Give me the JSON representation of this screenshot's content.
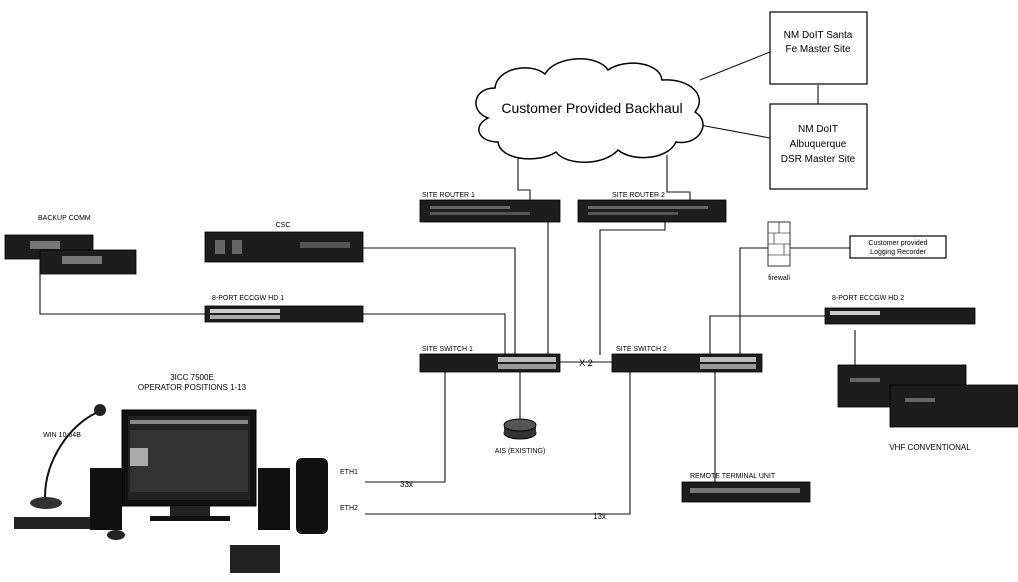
{
  "cloud": {
    "label": "Customer Provided Backhaul"
  },
  "master_sites": {
    "santa_fe": [
      "NM DoIT Santa",
      "Fe Master Site"
    ],
    "albuquerque": [
      "NM DoIT",
      "Albuquerque",
      "DSR Master Site"
    ]
  },
  "routers": {
    "r1": "SITE ROUTER 1",
    "r2": "SITE ROUTER 2"
  },
  "switches": {
    "s1": "SITE SWITCH 1",
    "s2": "SITE SWITCH 2",
    "link": "X 2"
  },
  "backup": {
    "title": "BACKUP COMM"
  },
  "csc": {
    "title": "CSC"
  },
  "eccgw1": {
    "title": "8-PORT ECCGW HD 1"
  },
  "eccgw2": {
    "title": "8-PORT ECCGW HD 2"
  },
  "firewall": {
    "title": "firewall"
  },
  "logging": {
    "lines": [
      "Customer provided",
      "Logging Recorder"
    ]
  },
  "ais": {
    "label": "AIS (EXISTING)"
  },
  "console": {
    "title": [
      "3ICC 7500E",
      "OPERATOR POSITIONS 1-13"
    ],
    "win": "WIN 10 64B"
  },
  "eth": {
    "e1": "ETH1",
    "e2": "ETH2",
    "c1": "33x",
    "c2": "13x"
  },
  "rtu": {
    "title": "REMOTE TERMINAL UNIT"
  },
  "vhf": {
    "title": "VHF CONVENTIONAL"
  }
}
